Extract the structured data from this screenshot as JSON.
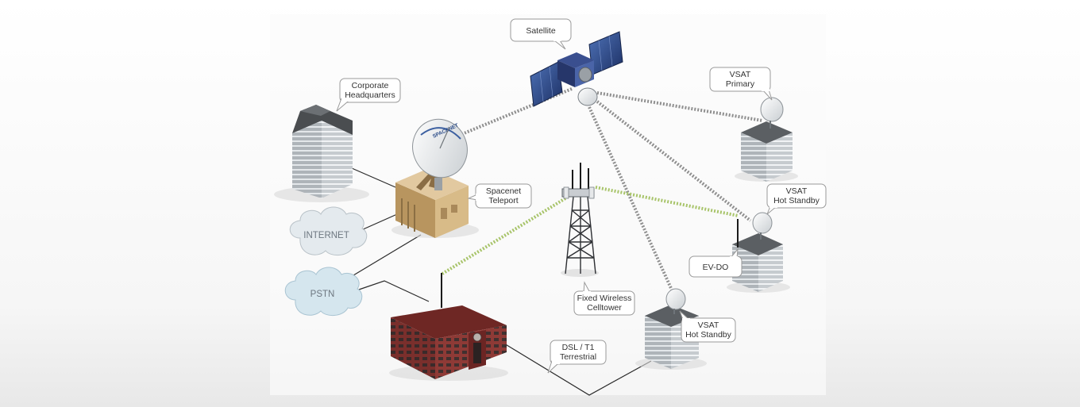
{
  "labels": {
    "satellite": [
      "Satellite"
    ],
    "corporate_hq": [
      "Corporate",
      "Headquarters"
    ],
    "vsat_primary": [
      "VSAT",
      "Primary"
    ],
    "vsat_hot_standby_right": [
      "VSAT",
      "Hot Standby"
    ],
    "spacenet_teleport": [
      "Spacenet",
      "Teleport"
    ],
    "internet": [
      "INTERNET"
    ],
    "pstn": [
      "PSTN"
    ],
    "ev_do": [
      "EV-DO"
    ],
    "fixed_wireless_celltower": [
      "Fixed Wireless",
      "Celltower"
    ],
    "dsl_t1": [
      "DSL / T1",
      "Terrestrial"
    ],
    "vsat_hot_standby_bottom": [
      "VSAT",
      "Hot Standby"
    ]
  },
  "dish_brand": "SPACENET",
  "colors": {
    "satellite_link": "#8f8f8f",
    "wireless_link": "#a8c46a",
    "wired_link": "#2a2a2a",
    "teleport_box": "#c9a97a",
    "branch_building": "#8e3a36",
    "office_gray": "#b9bec3",
    "cloud_fill": "#e4eaee",
    "pstn_fill": "#d5e6ee"
  }
}
